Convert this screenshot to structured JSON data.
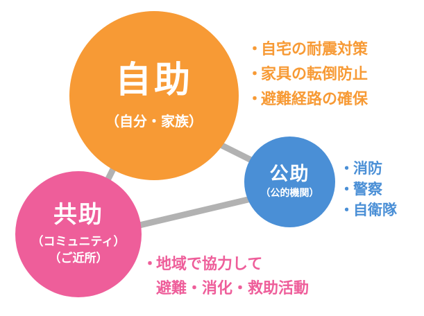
{
  "colors": {
    "jijo": "#f79a35",
    "kojo": "#4a8fd6",
    "kyojo": "#ee5e9a",
    "connector": "#b2b2b2"
  },
  "jijo": {
    "title": "自助",
    "subtitle": "（自分・家族）",
    "items": [
      "・",
      "自宅の耐震対策",
      "家具の転倒防止",
      "避難経路の確保"
    ]
  },
  "kojo": {
    "title": "公助",
    "subtitle": "（公的機関）",
    "items": [
      "消防",
      "警察",
      "自衛隊"
    ]
  },
  "kyojo": {
    "title": "共助",
    "subtitle_line1": "（コミュニティ）",
    "subtitle_line2": "（ご近所）",
    "items": [
      "地域で協力して",
      "避難・消化・救助活動"
    ]
  },
  "bullet": "・"
}
